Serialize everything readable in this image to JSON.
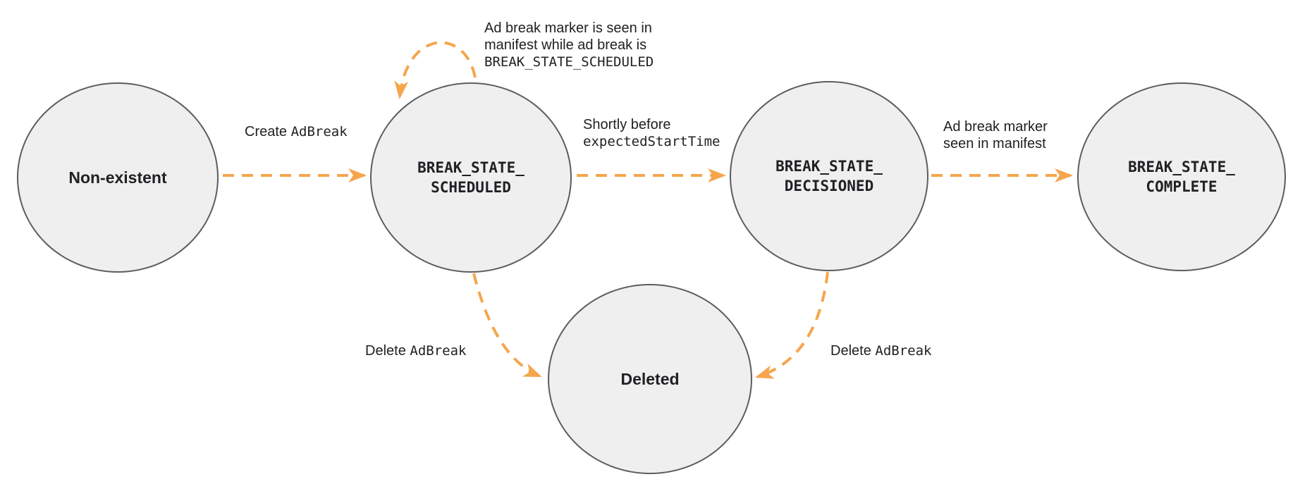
{
  "diagram": {
    "colors": {
      "accent": "#F6A54D",
      "node_fill": "#EFEFEF",
      "node_stroke": "#5B5D60",
      "text": "#202124"
    },
    "states": {
      "non_existent": {
        "label": "Non-existent"
      },
      "scheduled": {
        "line1": "BREAK_STATE_",
        "line2": "SCHEDULED"
      },
      "decisioned": {
        "line1": "BREAK_STATE_",
        "line2": "DECISIONED"
      },
      "complete": {
        "line1": "BREAK_STATE_",
        "line2": "COMPLETE"
      },
      "deleted": {
        "label": "Deleted"
      }
    },
    "transitions": {
      "create": {
        "text": "Create ",
        "code": "AdBreak"
      },
      "self_loop": {
        "line1": "Ad break marker is seen in",
        "line2": "manifest while ad break is",
        "line3_code": "BREAK_STATE_SCHEDULED"
      },
      "to_decisioned": {
        "line1": "Shortly before",
        "line2_code": "expectedStartTime"
      },
      "to_complete": {
        "line1": "Ad break marker",
        "line2": "seen in manifest"
      },
      "delete_from_scheduled": {
        "text": "Delete ",
        "code": "AdBreak"
      },
      "delete_from_decisioned": {
        "text": "Delete ",
        "code": "AdBreak"
      }
    }
  }
}
